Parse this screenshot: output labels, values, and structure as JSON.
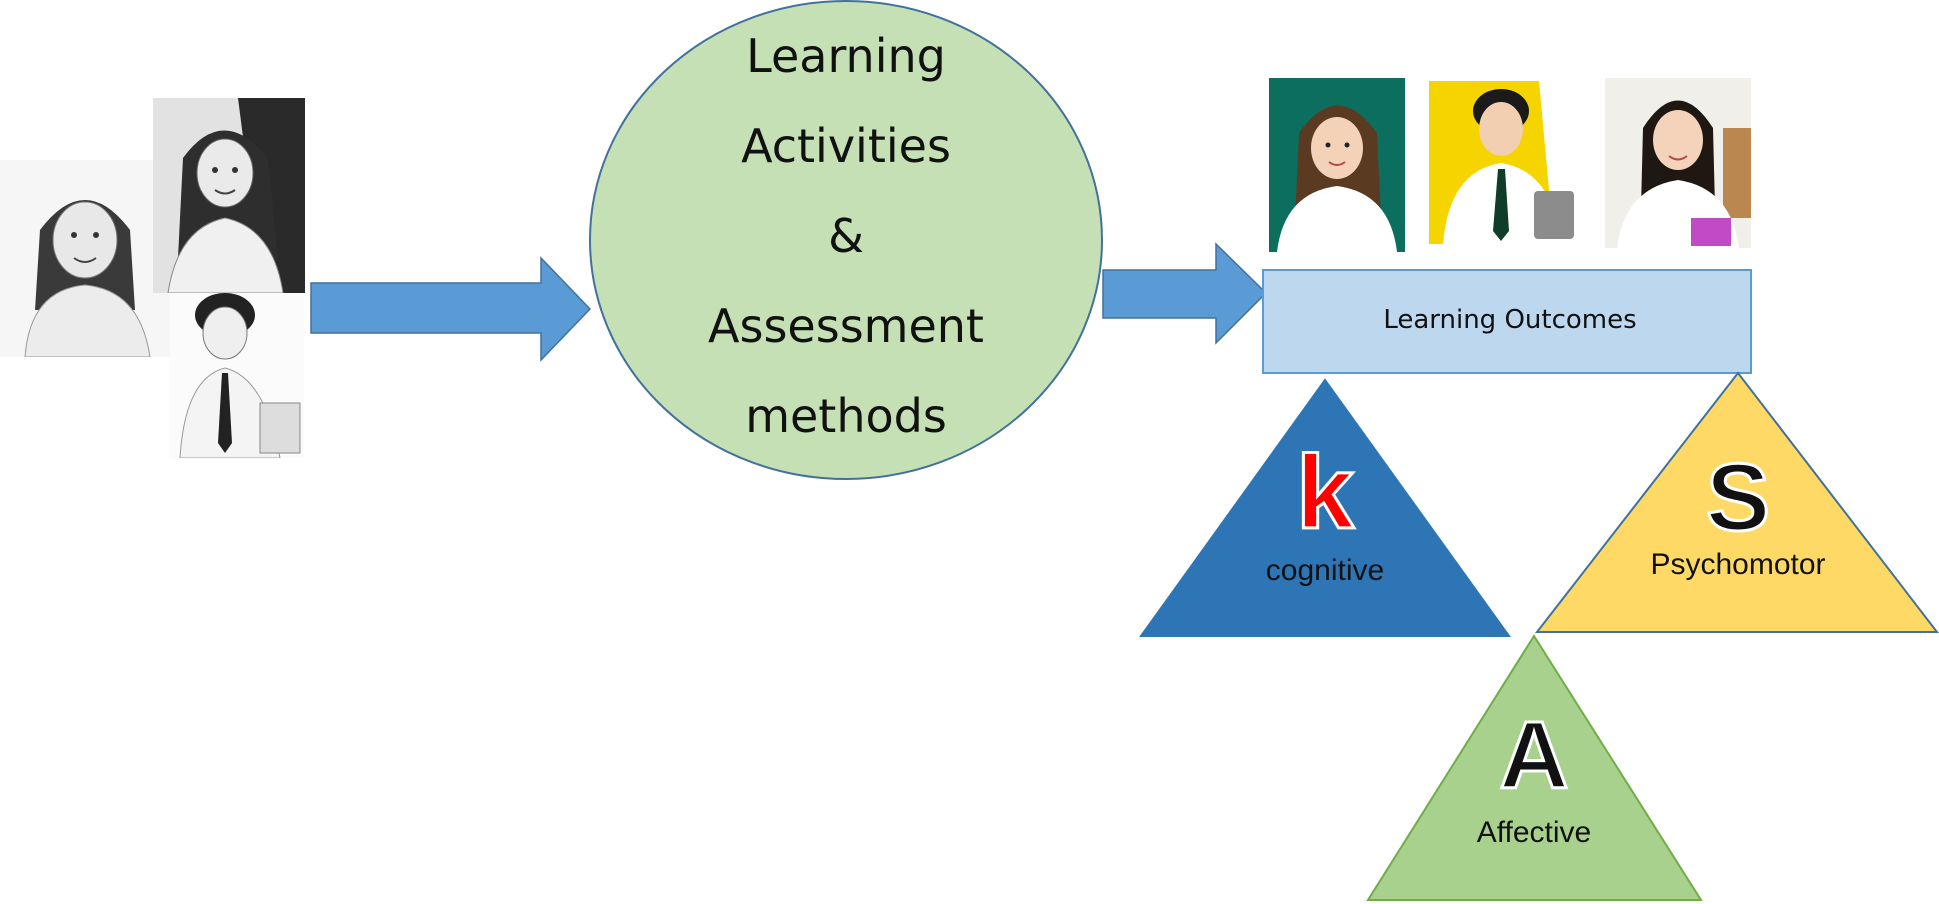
{
  "center": {
    "lines": [
      "Learning",
      "Activities",
      "&",
      "Assessment",
      "methods"
    ],
    "fill": "#c5e0b4",
    "stroke": "#41719c"
  },
  "outcomes": {
    "label": "Learning Outcomes",
    "fill": "#bdd7ee",
    "stroke": "#5b9bd5"
  },
  "arrow_color": "#5b9bd5",
  "domains": {
    "knowledge": {
      "letter": "k",
      "label": "cognitive",
      "fill": "#2e75b6",
      "letter_color": "#ff0000"
    },
    "skill": {
      "letter": "S",
      "label": "Psychomotor",
      "fill": "#ffd966",
      "letter_color": "#111111"
    },
    "attitude": {
      "letter": "A",
      "label": "Affective",
      "fill": "#a9d18e",
      "letter_color": "#111111"
    }
  },
  "photos": {
    "left": [
      "sketch-student-girl-1",
      "sketch-student-girl-2",
      "sketch-student-boy"
    ],
    "right": [
      "student-girl-green-bg",
      "student-boy-yellow-bg",
      "student-girl-white-bg"
    ]
  }
}
